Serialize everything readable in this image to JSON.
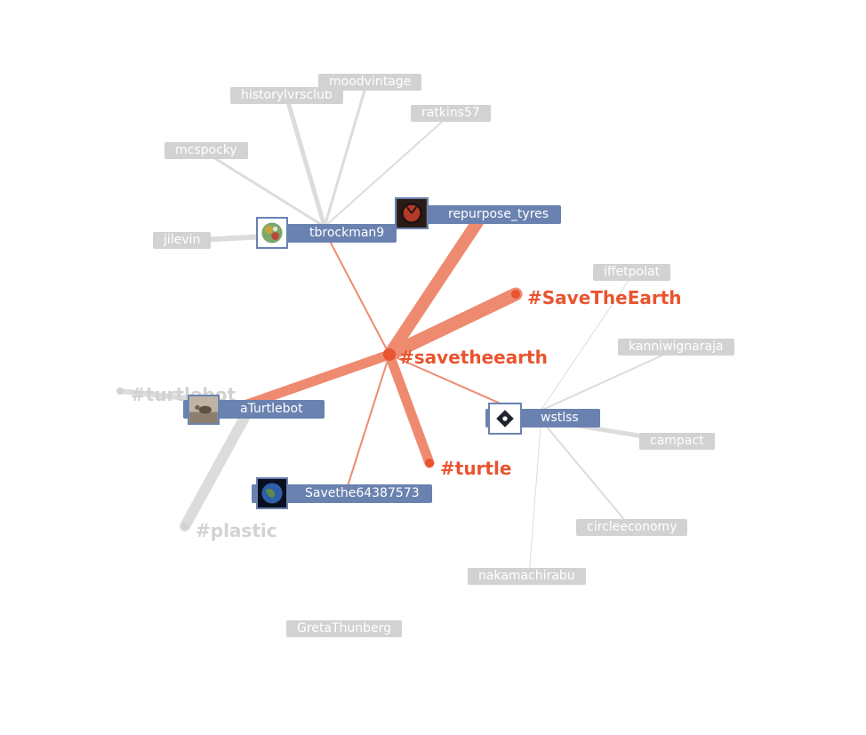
{
  "colors": {
    "orange": "#e8542f",
    "orange_edge": "#ee8a6f",
    "gray_edge": "#dcdcdc",
    "blue_node": "#6a82b0",
    "gray_node": "#d2d2d2"
  },
  "hashtags": {
    "savetheearth_lower": "#savetheearth",
    "savetheearth_camel": "#SaveTheEarth",
    "turtle": "#turtle",
    "turtlebot": "#turtlebot",
    "plastic": "#plastic"
  },
  "users": {
    "tbrockman9": "tbrockman9",
    "repurpose_tyres": "repurpose_tyres",
    "aTurtlebot": "aTurtlebot",
    "wstlss": "wstlss",
    "savethe64387573": "Savethe64387573"
  },
  "gray_users": {
    "historylvrsclub": "historylvrsclub",
    "moodvintage": "moodvintage",
    "ratkins57": "ratkins57",
    "mcspocky": "mcspocky",
    "jilevin": "jilevin",
    "iffetpolat": "iffetpolat",
    "kanniwignaraja": "kanniwignaraja",
    "campact": "campact",
    "circleeconomy": "circleeconomy",
    "nakamachirabu": "nakamachirabu",
    "gretathunberg": "GretaThunberg"
  }
}
